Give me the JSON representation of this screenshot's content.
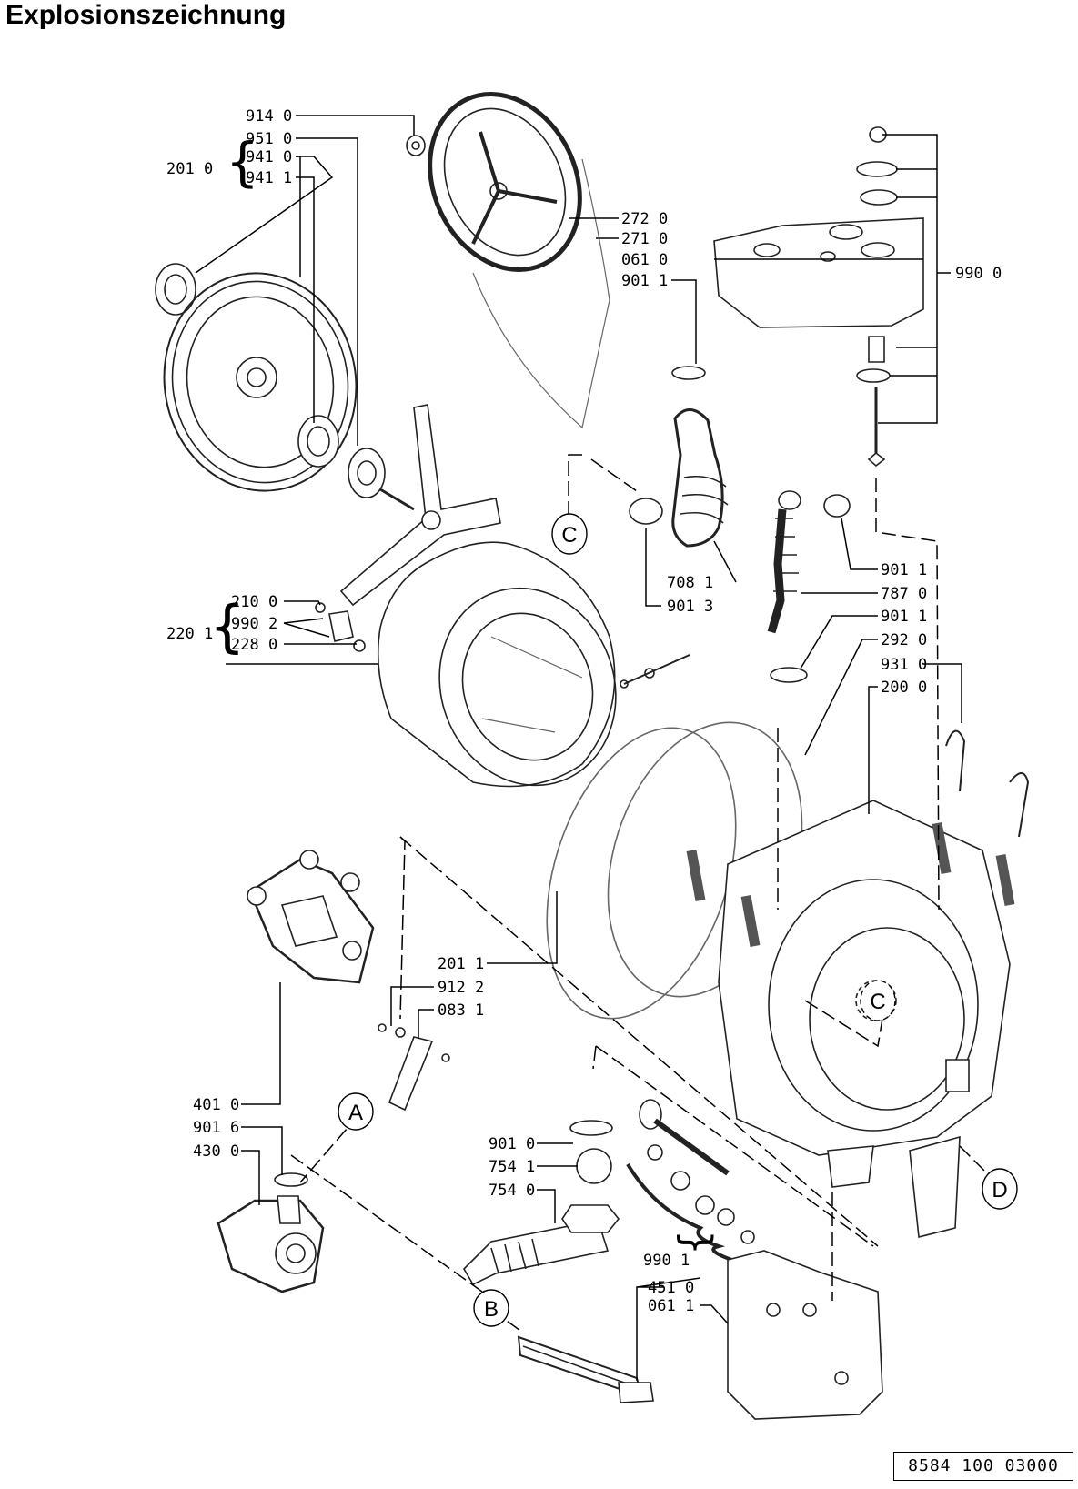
{
  "title": "Explosionszeichnung",
  "document_number": "8584 100 03000",
  "callouts": {
    "a": "A",
    "b": "B",
    "c1": "C",
    "c2": "C",
    "d": "D"
  },
  "labels": {
    "l9140": "914 0",
    "l9510": "951 0",
    "l9410": "941 0",
    "l9411": "941 1",
    "l2010": "201 0",
    "l2720": "272 0",
    "l2710": "271 0",
    "l0610": "061 0",
    "l9011a": "901 1",
    "l9900": "990 0",
    "l2100": "210 0",
    "l9902": "990 2",
    "l2201": "220 1",
    "l2280": "228 0",
    "l7081": "708 1",
    "l9013": "901 3",
    "l9011b": "901 1",
    "l7870": "787 0",
    "l9011c": "901 1",
    "l2920": "292 0",
    "l9310": "931 0",
    "l2000": "200 0",
    "l2011": "201 1",
    "l9122": "912 2",
    "l0831": "083 1",
    "l4010": "401 0",
    "l9016": "901 6",
    "l4300": "430 0",
    "l9010": "901 0",
    "l7541": "754 1",
    "l7540": "754 0",
    "l9901": "990 1",
    "l4510": "451 0",
    "l0611": "061 1"
  }
}
